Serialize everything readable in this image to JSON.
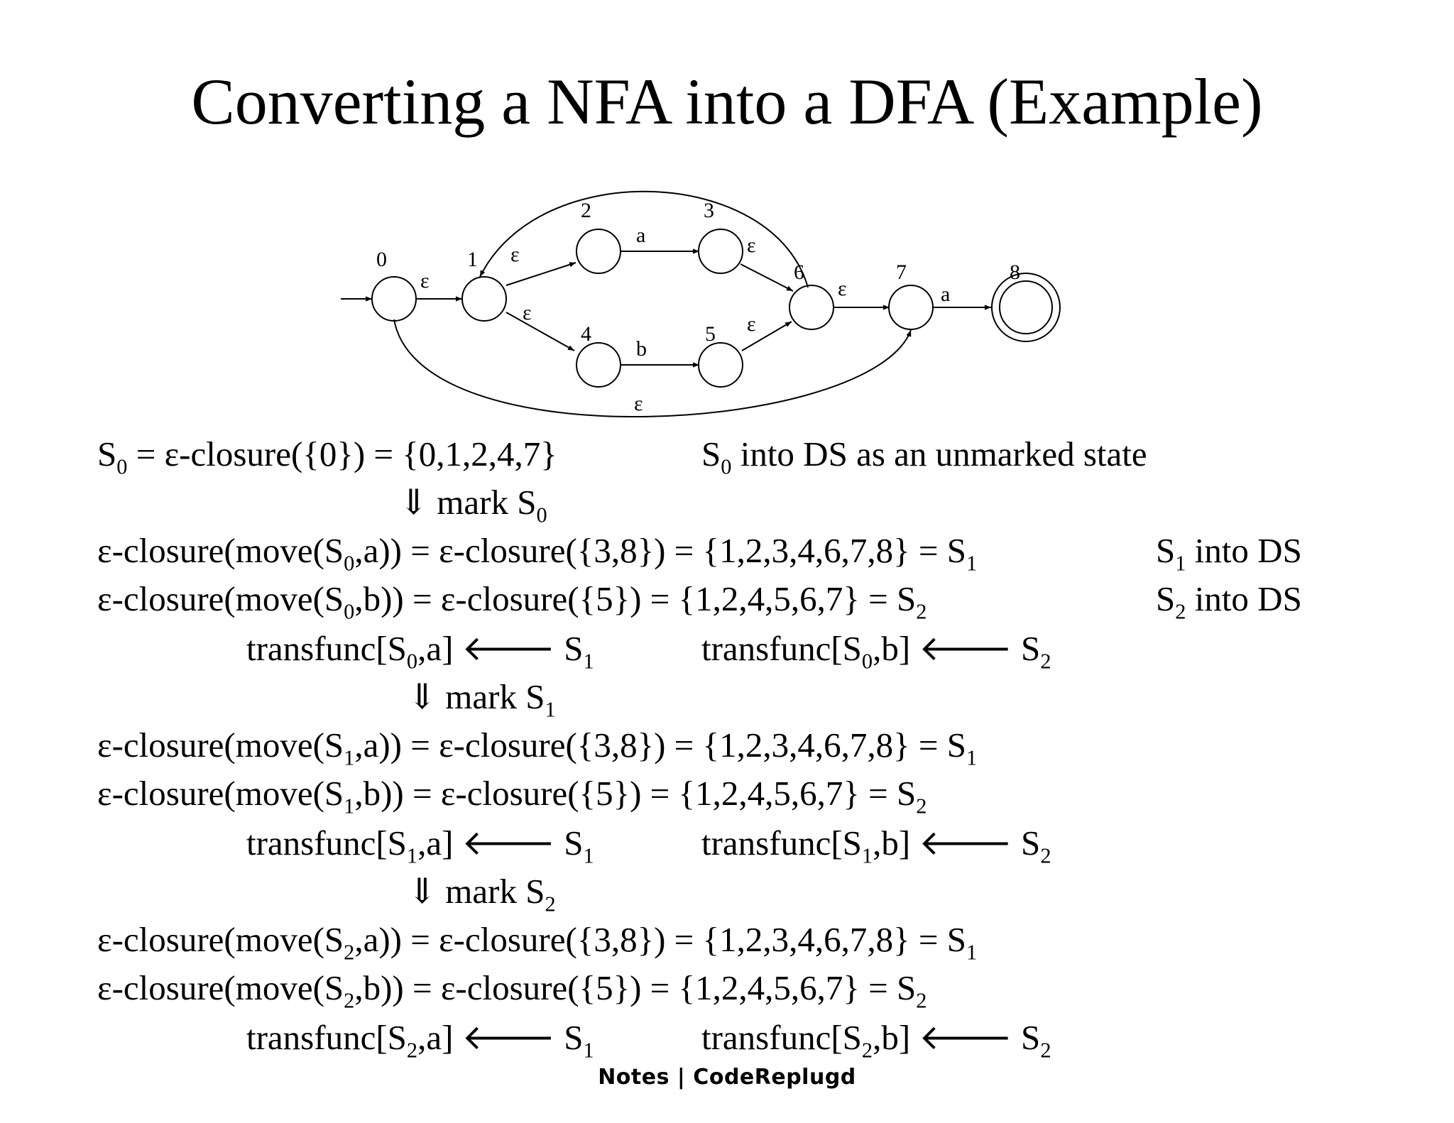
{
  "title": "Converting a NFA into a DFA (Example)",
  "diagram": {
    "states": [
      {
        "id": "state-0",
        "label": "0"
      },
      {
        "id": "state-1",
        "label": "1"
      },
      {
        "id": "state-2",
        "label": "2"
      },
      {
        "id": "state-3",
        "label": "3"
      },
      {
        "id": "state-4",
        "label": "4"
      },
      {
        "id": "state-5",
        "label": "5"
      },
      {
        "id": "state-6",
        "label": "6"
      },
      {
        "id": "state-7",
        "label": "7"
      },
      {
        "id": "state-8",
        "label": "8",
        "accepting": true
      }
    ],
    "start_state": "0",
    "transitions": [
      {
        "from": "0",
        "to": "1",
        "label": "ε"
      },
      {
        "from": "1",
        "to": "2",
        "label": "ε"
      },
      {
        "from": "1",
        "to": "4",
        "label": "ε"
      },
      {
        "from": "2",
        "to": "3",
        "label": "a"
      },
      {
        "from": "4",
        "to": "5",
        "label": "b"
      },
      {
        "from": "3",
        "to": "6",
        "label": "ε"
      },
      {
        "from": "5",
        "to": "6",
        "label": "ε"
      },
      {
        "from": "6",
        "to": "7",
        "label": "ε"
      },
      {
        "from": "7",
        "to": "8",
        "label": "a"
      },
      {
        "from": "6",
        "to": "1",
        "label": "ε"
      },
      {
        "from": "0",
        "to": "7",
        "label": "ε"
      }
    ]
  },
  "steps": [
    {
      "id": "s0-closure",
      "segments": [
        {
          "t": "S"
        },
        {
          "t": "0",
          "sub": true
        },
        {
          "t": " = ε-closure({0}) = {0,1,2,4,7}"
        }
      ]
    },
    {
      "id": "s0-into-ds",
      "segments": [
        {
          "t": "S"
        },
        {
          "t": "0",
          "sub": true
        },
        {
          "t": " into DS as an unmarked state"
        }
      ]
    },
    {
      "id": "mark-s0",
      "segments": [
        {
          "t": "⇓ mark S"
        },
        {
          "t": "0",
          "sub": true
        }
      ]
    },
    {
      "id": "s0-move-a",
      "segments": [
        {
          "t": "ε-closure(move(S"
        },
        {
          "t": "0",
          "sub": true
        },
        {
          "t": ",a)) = ε-closure({3,8}) = {1,2,3,4,6,7,8} = S"
        },
        {
          "t": "1",
          "sub": true
        }
      ]
    },
    {
      "id": "s1-into-ds",
      "segments": [
        {
          "t": "S"
        },
        {
          "t": "1",
          "sub": true
        },
        {
          "t": "  into DS"
        }
      ]
    },
    {
      "id": "s0-move-b",
      "segments": [
        {
          "t": "ε-closure(move(S"
        },
        {
          "t": "0",
          "sub": true
        },
        {
          "t": ",b)) = ε-closure({5}) = {1,2,4,5,6,7} = S"
        },
        {
          "t": "2",
          "sub": true
        }
      ]
    },
    {
      "id": "s2-into-ds",
      "segments": [
        {
          "t": "S"
        },
        {
          "t": "2",
          "sub": true
        },
        {
          "t": "  into DS"
        }
      ]
    },
    {
      "id": "trans-s0-a",
      "segments": [
        {
          "t": "transfunc[S"
        },
        {
          "t": "0",
          "sub": true
        },
        {
          "t": ",a] 🡐    S"
        },
        {
          "t": "1",
          "sub": true
        }
      ]
    },
    {
      "id": "trans-s0-b",
      "segments": [
        {
          "t": "transfunc[S"
        },
        {
          "t": "0",
          "sub": true
        },
        {
          "t": ",b] 🡐    S"
        },
        {
          "t": "2",
          "sub": true
        }
      ]
    },
    {
      "id": "mark-s1",
      "segments": [
        {
          "t": "⇓ mark S"
        },
        {
          "t": "1",
          "sub": true
        }
      ]
    },
    {
      "id": "s1-move-a",
      "segments": [
        {
          "t": "ε-closure(move(S"
        },
        {
          "t": "1",
          "sub": true
        },
        {
          "t": ",a)) = ε-closure({3,8}) = {1,2,3,4,6,7,8} = S"
        },
        {
          "t": "1",
          "sub": true
        }
      ]
    },
    {
      "id": "s1-move-b",
      "segments": [
        {
          "t": "ε-closure(move(S"
        },
        {
          "t": "1",
          "sub": true
        },
        {
          "t": ",b)) = ε-closure({5}) = {1,2,4,5,6,7} = S"
        },
        {
          "t": "2",
          "sub": true
        }
      ]
    },
    {
      "id": "trans-s1-a",
      "segments": [
        {
          "t": "transfunc[S"
        },
        {
          "t": "1",
          "sub": true
        },
        {
          "t": ",a] 🡐    S"
        },
        {
          "t": "1",
          "sub": true
        }
      ]
    },
    {
      "id": "trans-s1-b",
      "segments": [
        {
          "t": "transfunc[S"
        },
        {
          "t": "1",
          "sub": true
        },
        {
          "t": ",b] 🡐    S"
        },
        {
          "t": "2",
          "sub": true
        }
      ]
    },
    {
      "id": "mark-s2",
      "segments": [
        {
          "t": "⇓ mark S"
        },
        {
          "t": "2",
          "sub": true
        }
      ]
    },
    {
      "id": "s2-move-a",
      "segments": [
        {
          "t": "ε-closure(move(S"
        },
        {
          "t": "2",
          "sub": true
        },
        {
          "t": ",a)) = ε-closure({3,8}) = {1,2,3,4,6,7,8} = S"
        },
        {
          "t": "1",
          "sub": true
        }
      ]
    },
    {
      "id": "s2-move-b",
      "segments": [
        {
          "t": "ε-closure(move(S"
        },
        {
          "t": "2",
          "sub": true
        },
        {
          "t": ",b)) = ε-closure({5}) = {1,2,4,5,6,7} = S"
        },
        {
          "t": "2",
          "sub": true
        }
      ]
    },
    {
      "id": "trans-s2-a",
      "segments": [
        {
          "t": "transfunc[S"
        },
        {
          "t": "2",
          "sub": true
        },
        {
          "t": ",a] 🡐    S"
        },
        {
          "t": "1",
          "sub": true
        }
      ]
    },
    {
      "id": "trans-s2-b",
      "segments": [
        {
          "t": "transfunc[S"
        },
        {
          "t": "2",
          "sub": true
        },
        {
          "t": ",b] 🡐    S"
        },
        {
          "t": "2",
          "sub": true
        }
      ]
    }
  ],
  "footer": "Notes | CodeReplugd"
}
